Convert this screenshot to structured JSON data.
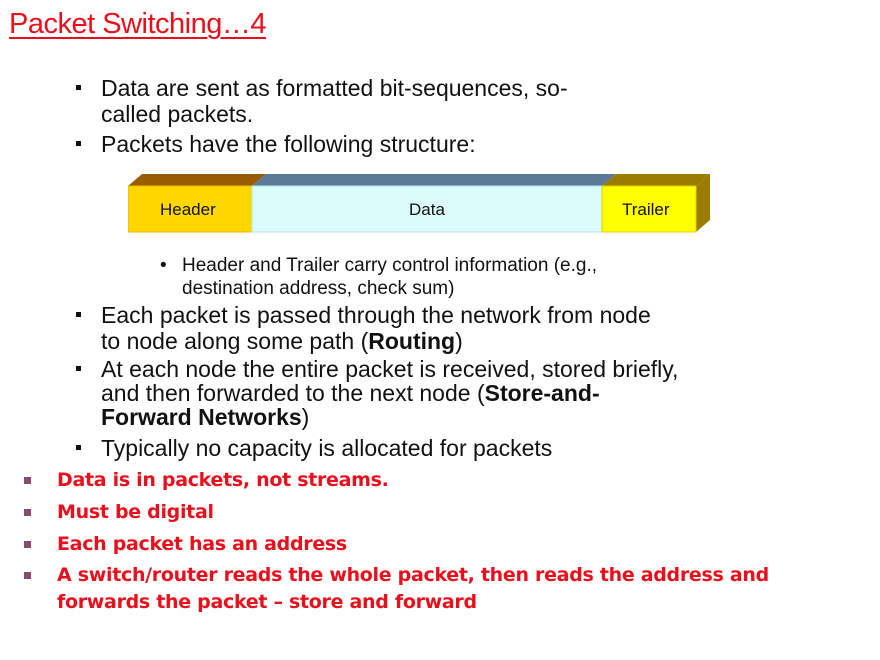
{
  "slide": {
    "title": "Packet Switching…4",
    "bullets": [
      {
        "lines": [
          "Data are sent as formatted bit-sequences, so-",
          "called packets."
        ]
      },
      {
        "lines": [
          "Packets have the following structure:"
        ]
      }
    ],
    "diagram": {
      "segments": [
        {
          "label": "Header",
          "color": "#ffd700",
          "top_color": "#9a5c00"
        },
        {
          "label": "Data",
          "color": "#dcfcfc",
          "top_color": "#5a7a98"
        },
        {
          "label": "Trailer",
          "color": "#ffff00",
          "top_color": "#9a7d00"
        }
      ]
    },
    "sub_bullet": {
      "line1": "Header and Trailer carry control information (e.g.,",
      "line2": "destination address, check sum)"
    },
    "bullet_routing": {
      "line1": "Each packet is passed through the network from node",
      "line2_pre": "to node along some path (",
      "line2_bold": "Routing",
      "line2_post": ")"
    },
    "bullet_store": {
      "line1": "At each node the entire packet is received, stored briefly,",
      "line2_pre": "and then forwarded to the next node (",
      "line2_bold": "Store-and-",
      "line3_bold": "Forward Networks",
      "line3_post": ")"
    },
    "bullet_capacity": "Typically no capacity is allocated for packets",
    "red_bullets": [
      "Data is in packets, not streams.",
      "Must be digital",
      "Each packet has an address",
      "A switch/router reads the whole packet, then reads the address and",
      "forwards the packet – store and forward"
    ],
    "colors": {
      "title": "#e8101c",
      "red_text": "#e8101c",
      "red_bullet": "#8b4a6e"
    }
  }
}
